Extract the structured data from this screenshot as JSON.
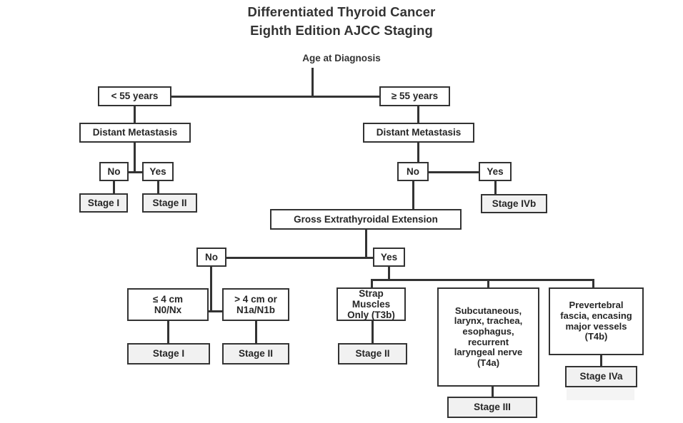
{
  "title": {
    "line1": "Differentiated Thyroid Cancer",
    "line2": "Eighth Edition AJCC Staging"
  },
  "root": {
    "label": "Age at Diagnosis"
  },
  "nodes": {
    "age_lt55": "< 55 years",
    "age_ge55": "≥ 55 years",
    "dm_left": "Distant Metastasis",
    "dm_right": "Distant Metastasis",
    "dm_left_no": "No",
    "dm_left_yes": "Yes",
    "dm_left_no_stage": "Stage I",
    "dm_left_yes_stage": "Stage II",
    "dm_right_no": "No",
    "dm_right_yes": "Yes",
    "dm_right_yes_stage": "Stage IVb",
    "gete": "Gross Extrathyroidal Extension",
    "gete_no": "No",
    "gete_yes": "Yes",
    "size_small_l1": "≤ 4 cm",
    "size_small_l2": "N0/Nx",
    "size_large_l1": "> 4 cm or",
    "size_large_l2": "N1a/N1b",
    "size_small_stage": "Stage I",
    "size_large_stage": "Stage II",
    "strap_l1": "Strap Muscles",
    "strap_l2": "Only (T3b)",
    "strap_stage": "Stage II",
    "t4a_l1": "Subcutaneous,",
    "t4a_l2": "larynx, trachea,",
    "t4a_l3": "esophagus,",
    "t4a_l4": "recurrent",
    "t4a_l5": "laryngeal nerve",
    "t4a_l6": "(T4a)",
    "t4a_stage": "Stage III",
    "t4b_l1": "Prevertebral",
    "t4b_l2": "fascia, encasing",
    "t4b_l3": "major vessels",
    "t4b_l4": "(T4b)",
    "t4b_stage": "Stage IVa"
  },
  "colors": {
    "line": "#333333",
    "box_border": "#333333",
    "box_fill": "#ffffff",
    "stage_fill": "#f1f1f1",
    "text": "#262626",
    "background": "#ffffff"
  }
}
